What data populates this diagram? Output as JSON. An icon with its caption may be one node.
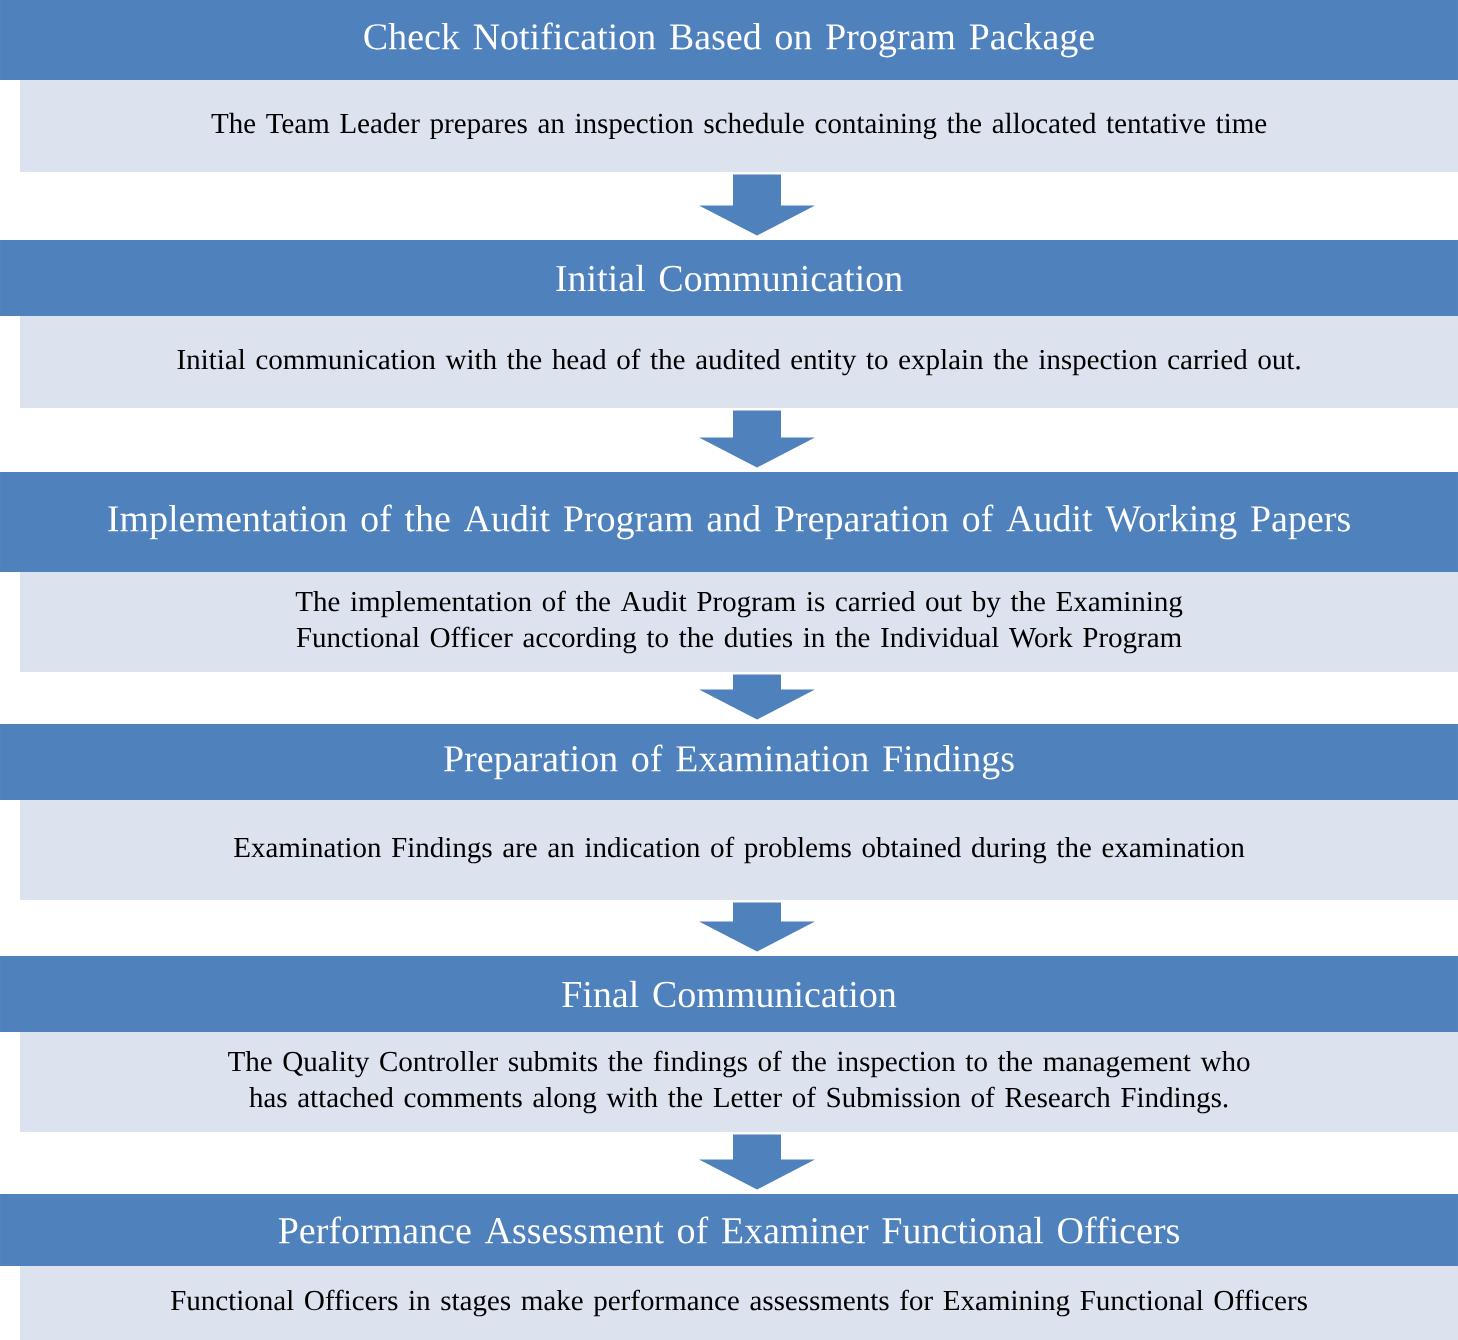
{
  "diagram": {
    "nodes": [
      {
        "text": [
          "Check Notification Based on Program Package",
          "The Team Leader prepares an inspection schedule containing the allocated tentative time"
        ]
      },
      {
        "text": [
          "Initial Communication",
          "Initial communication with the head of the audited entity to explain the inspection carried out."
        ]
      },
      {
        "text": [
          "Implementation of the Audit Program and Preparation of Audit Working Papers",
          "The implementation of the Audit Program is carried out by the Examining Functional Officer according to the duties in the Individual Work Program"
        ]
      },
      {
        "text": [
          "Preparation of Examination Findings",
          "Examination Findings are an indication of problems obtained during the examination"
        ]
      },
      {
        "text": [
          "Final Communication",
          "The Quality Controller submits the findings of the inspection to the management who has attached comments along with the Letter of Submission of Research Findings."
        ]
      },
      {
        "text": [
          "Performance Assessment of Examiner Functional Officers",
          "Functional Officers in stages make performance assessments for Examining Functional Officers"
        ]
      }
    ],
    "edges": [
      {
        "from": 0,
        "to": 1,
        "arrow": "to"
      },
      {
        "from": 1,
        "to": 2,
        "arrow": "to"
      },
      {
        "from": 2,
        "to": 3,
        "arrow": "to"
      },
      {
        "from": 3,
        "to": 4,
        "arrow": "to"
      },
      {
        "from": 4,
        "to": 5,
        "arrow": "to"
      }
    ]
  }
}
